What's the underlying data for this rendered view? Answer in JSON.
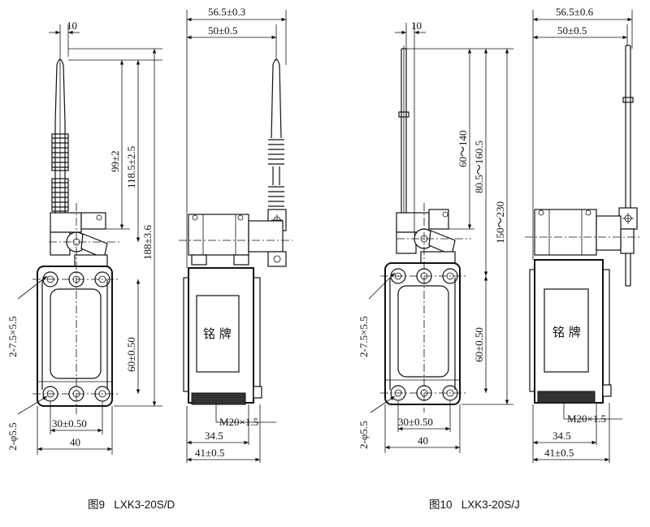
{
  "figures": [
    {
      "caption": "图9   LXK3-20S/D",
      "front": {
        "dim_lever_offset": "10",
        "dim_99": "99±2",
        "dim_1185": "118.5±2.5",
        "dim_188": "188±3.6",
        "dim_mount_hole": "2-7.5×5.5",
        "dim_60": "60±0.50",
        "dim_phi": "2-φ5.5",
        "dim_30": "30±0.50",
        "dim_40": "40"
      },
      "side": {
        "dim_565": "56.5±0.3",
        "dim_50": "50±0.5",
        "nameplate": "铭 牌",
        "dim_thread": "M20×1.5",
        "dim_345": "34.5",
        "dim_41": "41±0.5"
      }
    },
    {
      "caption": "图10   LXK3-20S/J",
      "front": {
        "dim_lever_offset": "10",
        "dim_60_140": "60～140",
        "dim_805": "80.5～160.5",
        "dim_150": "150～230",
        "dim_mount_hole": "2-7.5×5.5",
        "dim_60": "60±0.50",
        "dim_phi": "2-φ5.5",
        "dim_30": "30±0.50",
        "dim_40": "40"
      },
      "side": {
        "dim_565": "56.5±0.6",
        "dim_50": "50±0.5",
        "nameplate": "铭 牌",
        "dim_thread": "M20×1.5",
        "dim_345": "34.5",
        "dim_41": "41±0.5"
      }
    }
  ]
}
